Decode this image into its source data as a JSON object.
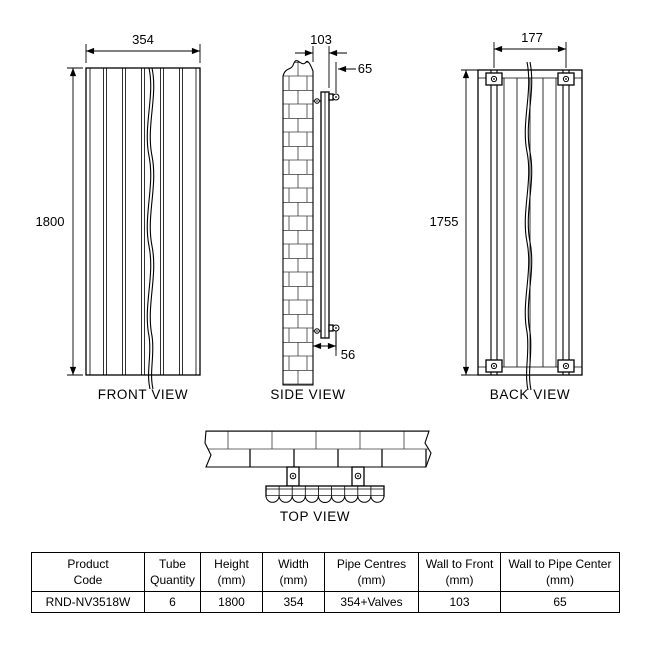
{
  "diagram": {
    "front": {
      "label": "FRONT VIEW",
      "width": "354",
      "height": "1800"
    },
    "side": {
      "label": "SIDE VIEW",
      "wall_to_front": "103",
      "wall_to_pipe_center": "65",
      "bottom_offset": "56"
    },
    "back": {
      "label": "BACK VIEW",
      "bracket_centres": "177",
      "height": "1755"
    },
    "top": {
      "label": "TOP VIEW"
    }
  },
  "table": {
    "headers": [
      {
        "line1": "Product",
        "line2": "Code"
      },
      {
        "line1": "Tube",
        "line2": "Quantity"
      },
      {
        "line1": "Height",
        "line2": "(mm)"
      },
      {
        "line1": "Width",
        "line2": "(mm)"
      },
      {
        "line1": "Pipe Centres",
        "line2": "(mm)"
      },
      {
        "line1": "Wall to Front",
        "line2": "(mm)"
      },
      {
        "line1": "Wall to Pipe Center",
        "line2": "(mm)"
      }
    ],
    "row": [
      "RND-NV3518W",
      "6",
      "1800",
      "354",
      "354+Valves",
      "103",
      "65"
    ]
  }
}
